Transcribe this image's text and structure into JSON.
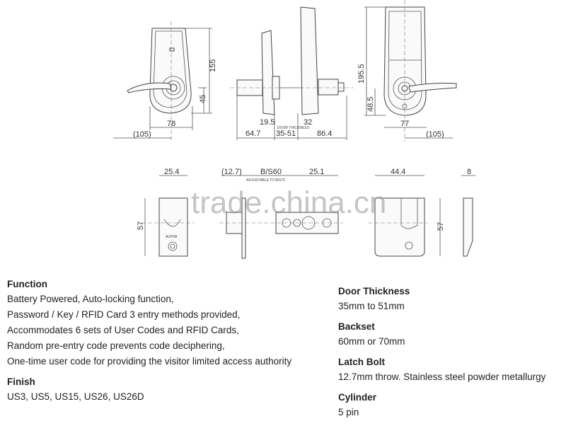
{
  "drawings": {
    "front_view": {
      "height": "155",
      "handle_height": "45",
      "width": "78",
      "reach": "(105)"
    },
    "side_view": {
      "dims": [
        "19.5",
        "35-51",
        "32",
        "64.7",
        "86.4"
      ],
      "door_thickness_label": "DOOR THICKNESS"
    },
    "rear_view": {
      "height": "195.5",
      "handle_height": "48.5",
      "width": "77",
      "reach": "(105)"
    },
    "faceplate": {
      "width": "25.4",
      "height": "57",
      "brand": "ALPHA"
    },
    "latch": {
      "throw": "(12.7)",
      "backset": "B/S60",
      "adjustable": "ADJUSTABLE TO B/S70",
      "plate": "25.1"
    },
    "strike": {
      "width": "44.4",
      "height": "57",
      "thickness": "8"
    }
  },
  "watermark": "trade.china.cn",
  "specs": {
    "function": {
      "title": "Function",
      "lines": [
        "Battery Powered, Auto-locking function,",
        "Password / Key / RFID Card 3 entry methods provided,",
        "Accommodates 6 sets of User Codes and RFID Cards,",
        "Random pre-entry code prevents code deciphering,",
        "One-time user code for providing the visitor limited access authority"
      ]
    },
    "finish": {
      "title": "Finish",
      "value": "US3, US5, US15, US26, US26D"
    },
    "door_thickness": {
      "title": "Door Thickness",
      "value": "35mm to 51mm"
    },
    "backset": {
      "title": "Backset",
      "value": "60mm or 70mm"
    },
    "latch_bolt": {
      "title": "Latch Bolt",
      "value": "12.7mm throw. Stainless steel powder metallurgy"
    },
    "cylinder": {
      "title": "Cylinder",
      "value": "5 pin"
    }
  }
}
